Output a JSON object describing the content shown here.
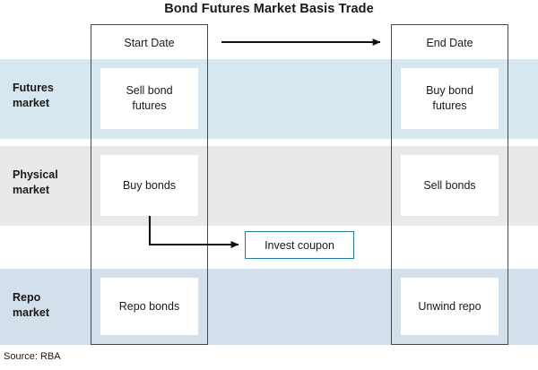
{
  "figure": {
    "title": "Bond Futures Market Basis Trade",
    "source": "Source: RBA"
  },
  "columns": [
    {
      "key": "start",
      "header": "Start Date"
    },
    {
      "key": "end",
      "header": "End Date"
    }
  ],
  "rows": [
    {
      "key": "futures",
      "label": "Futures\nmarket",
      "label_line1": "Futures",
      "label_line2": "market",
      "band_color": "#d7e7ef",
      "start_action": "Sell bond futures",
      "start_action_line1": "Sell bond",
      "start_action_line2": "futures",
      "end_action": "Buy bond futures",
      "end_action_line1": "Buy bond",
      "end_action_line2": "futures"
    },
    {
      "key": "physical",
      "label": "Physical\nmarket",
      "label_line1": "Physical",
      "label_line2": "market",
      "band_color": "#e9e9ea",
      "start_action": "Buy bonds",
      "end_action": "Sell bonds"
    },
    {
      "key": "repo",
      "label": "Repo\nmarket",
      "label_line1": "Repo",
      "label_line2": "market",
      "band_color": "#d3dfea",
      "start_action": "Repo bonds",
      "end_action": "Unwind repo"
    }
  ],
  "coupon": {
    "label": "Invest coupon",
    "border_color": "#1f7cab"
  },
  "arrows": [
    {
      "name": "timeline-arrow",
      "from": "Start Date",
      "to": "End Date",
      "style": "straight"
    },
    {
      "name": "coupon-arrow",
      "from": "Buy bonds",
      "to": "Invest coupon",
      "style": "elbow"
    }
  ],
  "colors": {
    "band_futures": "#d7e7ef",
    "band_physical": "#e9e9ea",
    "band_repo": "#d3dfea",
    "column_border": "#444a4f",
    "coupon_border": "#1f7cab",
    "text": "#1a1a1a"
  }
}
